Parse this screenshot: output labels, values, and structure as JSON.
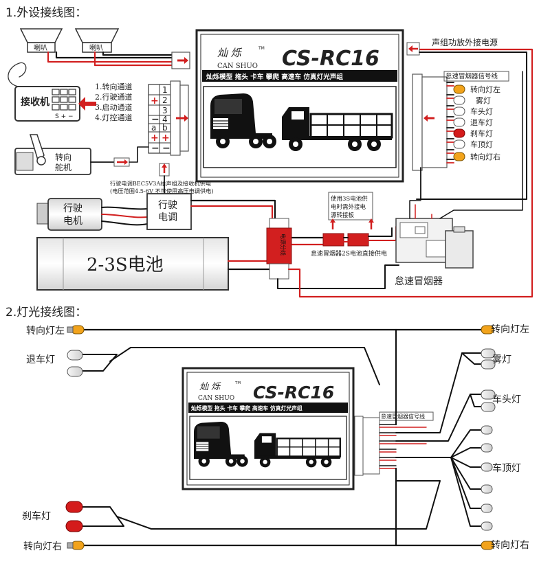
{
  "section1": {
    "title": "1.外设接线图："
  },
  "section2": {
    "title": "2.灯光接线图："
  },
  "module": {
    "brand_cn": "灿 烁",
    "tm": "TM",
    "brand_en": "CAN SHUO",
    "model": "CS-RC16",
    "subtitle": "灿烁模型  拖头 卡车 攀爬 高速车 仿真灯光声组"
  },
  "speakers": [
    "喇叭",
    "喇叭"
  ],
  "receiver": {
    "label": "接收机",
    "pins": "S + −"
  },
  "channels": [
    "1.转向通道",
    "2.行驶通道",
    "3.启动通道",
    "4.灯控通道"
  ],
  "header": {
    "nums": [
      "1",
      "2",
      "3",
      "4"
    ],
    "plus": "+",
    "minus": "−",
    "ab": [
      "a",
      "b"
    ]
  },
  "servo": {
    "label1": "转向",
    "label2": "舵机"
  },
  "bec_note": {
    "line1": "行驶电调BEC5V3A给声组及接收机供电",
    "line2": "(电压范围4.5-6V  不可使用高压电调供电)"
  },
  "motor": {
    "label1": "行驶",
    "label2": "电机"
  },
  "esc": {
    "label1": "行驶",
    "label2": "电调"
  },
  "battery": {
    "label": "2-3S电池"
  },
  "splitter": {
    "label": "电源分线"
  },
  "power_label": "声组功放外接电源",
  "signal_label": "怠速冒烟器信号线",
  "lights_top": [
    "转向灯左",
    "雾灯",
    "车头灯",
    "退车灯",
    "刹车灯",
    "车顶灯",
    "转向灯右"
  ],
  "smoke_note": {
    "line1": "使用3S电池供",
    "line2": "电时需外接电",
    "line3": "源转接板"
  },
  "smoke_2s": "怠速冒烟器2S电池直接供电",
  "smoke_label": "怠速冒烟器",
  "lights2": {
    "turn_left_l": "转向灯左",
    "reverse": "退车灯",
    "brake": "刹车灯",
    "turn_right_l": "转向灯右",
    "turn_left_r": "转向灯左",
    "fog": "雾灯",
    "head": "车头灯",
    "roof": "车顶灯",
    "turn_right_r": "转向灯右"
  },
  "colors": {
    "wire_red": "#d21f1f",
    "wire_black": "#111111",
    "lamp_amber": "#f2a31b",
    "lamp_red": "#d41b1b"
  }
}
